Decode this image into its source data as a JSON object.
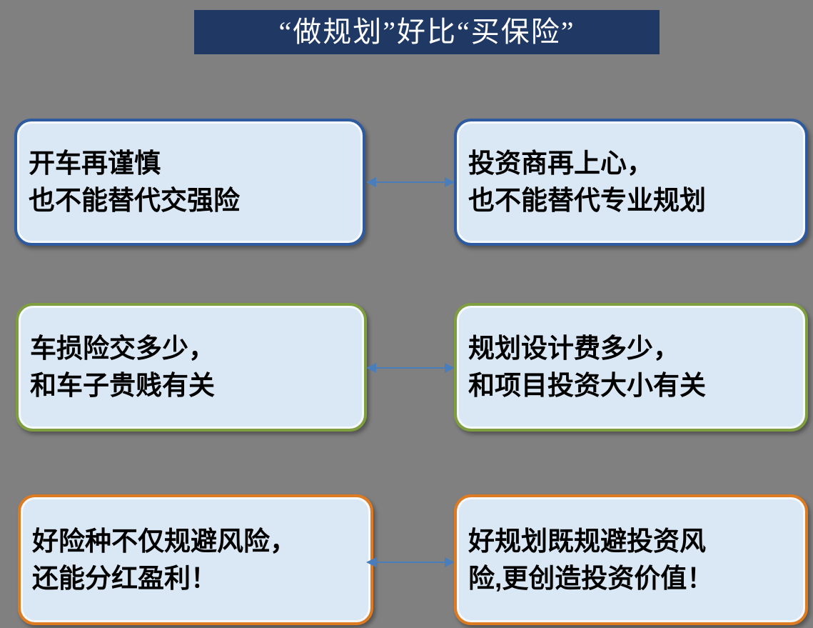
{
  "title": "“做规划”好比“买保险”",
  "colors": {
    "background": "#808080",
    "title_bg": "#1F3864",
    "title_text": "#FFFFFF",
    "box_fill": "#DAE8F5",
    "row1_border": "#2E5B9F",
    "row2_border": "#7E9E3F",
    "row3_border": "#DD7B23",
    "arrow": "#4A7EBB"
  },
  "rows": [
    {
      "left_line1": "开车再谨慎",
      "left_line2": "也不能替代交强险",
      "right_line1": "投资商再上心，",
      "right_line2": "也不能替代专业规划"
    },
    {
      "left_line1": "车损险交多少，",
      "left_line2": "和车子贵贱有关",
      "right_line1": "规划设计费多少，",
      "right_line2": "和项目投资大小有关"
    },
    {
      "left_line1": "好险种不仅规避风险，",
      "left_line2": "还能分红盈利！",
      "right_line1": "好规划既规避投资风",
      "right_line2": "险,更创造投资价值！"
    }
  ]
}
